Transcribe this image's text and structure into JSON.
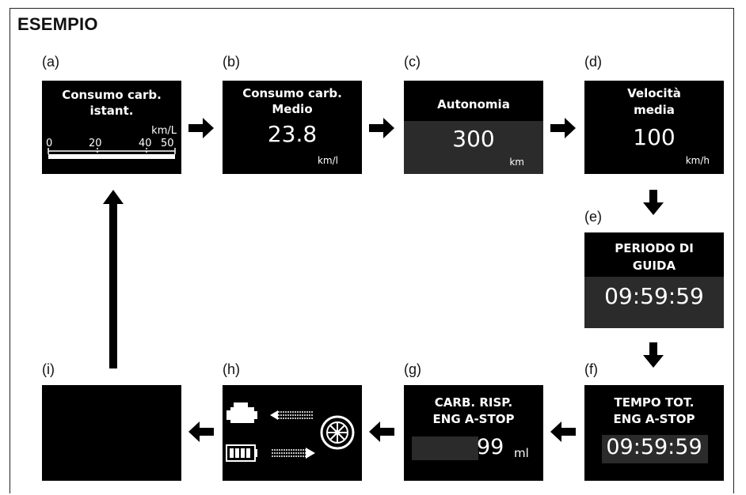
{
  "heading": "ESEMPIO",
  "panels": {
    "a": {
      "label": "(a)",
      "line1": "Consumo carb.",
      "line2": "istant.",
      "unit": "km/L",
      "ticks": [
        "0",
        "20",
        "40",
        "50"
      ]
    },
    "b": {
      "label": "(b)",
      "line1": "Consumo carb.",
      "line2": "Medio",
      "value": "23.8",
      "unit": "km/l"
    },
    "c": {
      "label": "(c)",
      "line1": "Autonomia",
      "value": "300",
      "unit": "km"
    },
    "d": {
      "label": "(d)",
      "line1": "Velocità",
      "line2": "media",
      "value": "100",
      "unit": "km/h"
    },
    "e": {
      "label": "(e)",
      "line1": "PERIODO DI",
      "line2": "GUIDA",
      "value": "09:59:59"
    },
    "f": {
      "label": "(f)",
      "line1": "TEMPO TOT.",
      "line2": "ENG A-STOP",
      "value": "09:59:59"
    },
    "g": {
      "label": "(g)",
      "line1": "CARB. RISP.",
      "line2": "ENG A-STOP",
      "value": "99",
      "unit": "ml"
    },
    "h": {
      "label": "(h)"
    },
    "i": {
      "label": "(i)"
    }
  },
  "icons": [
    "engine-icon",
    "battery-icon",
    "wheel-icon",
    "left-dashed-arrow-icon",
    "right-dashed-arrow-icon"
  ]
}
